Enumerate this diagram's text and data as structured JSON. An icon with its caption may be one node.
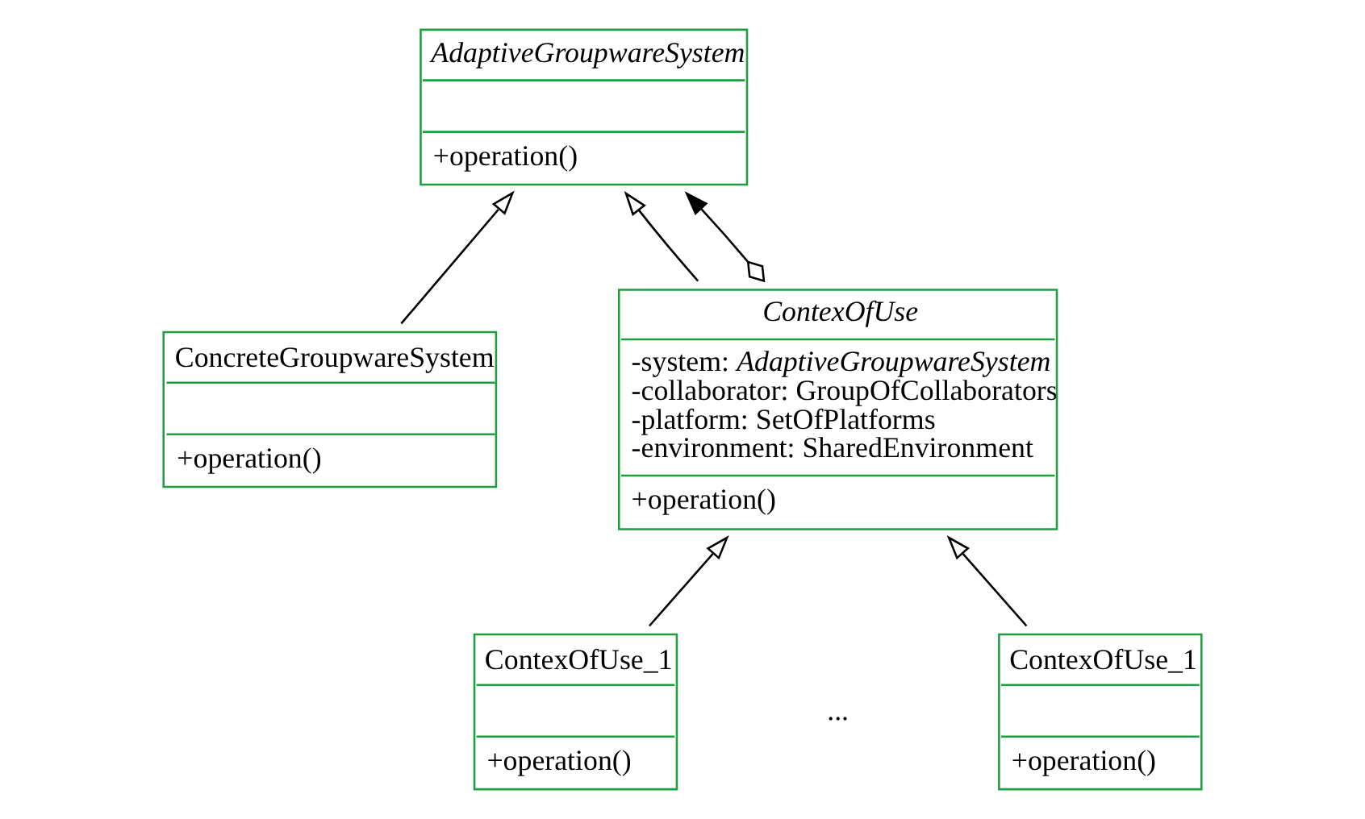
{
  "diagram": {
    "nodes": [
      {
        "text": [
          "AdaptiveGroupwareSystem",
          "+operation()"
        ]
      },
      {
        "text": [
          "ConcreteGroupwareSystem",
          "+operation()"
        ]
      },
      {
        "text": [
          "ContexOfUse",
          "-system: *AdaptiveGroupwareSystem*",
          "-collaborator: GroupOfCollaborators",
          "-platform: SetOfPlatforms",
          "-environment: SharedEnvironment",
          "+operation()"
        ]
      },
      {
        "text": [
          "ContexOfUse_1",
          "+operation()"
        ]
      },
      {
        "text": [
          "ContexOfUse_1",
          "+operation()"
        ]
      }
    ],
    "edges": [
      {
        "from": 1,
        "to": 0,
        "arrow": "to"
      },
      {
        "from": 2,
        "to": 0,
        "arrow": "to"
      },
      {
        "from": 3,
        "to": 2,
        "arrow": "to"
      },
      {
        "from": 4,
        "to": 2,
        "arrow": "to"
      },
      {
        "from": 2,
        "to": 0,
        "arrow": "to"
      }
    ],
    "labels": [
      "..."
    ]
  }
}
